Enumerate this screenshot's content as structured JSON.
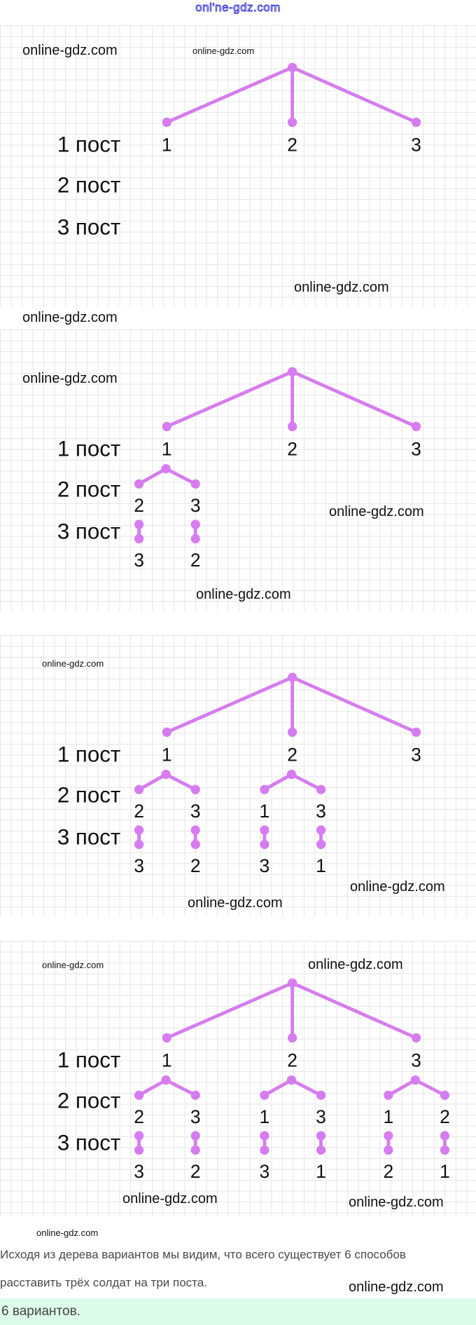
{
  "site_header": "onl'ne-gdz.com",
  "watermark": "online-gdz.com",
  "colors": {
    "tree": "#d67cf0",
    "answer_bg": "#dcfbe9"
  },
  "post_labels": [
    "1 пост",
    "2 пост",
    "3 пост"
  ],
  "panels": [
    {
      "branches": []
    },
    {
      "branches": [
        {
          "first": "1",
          "children": [
            {
              "second": "2",
              "third": "3"
            },
            {
              "second": "3",
              "third": "2"
            }
          ]
        }
      ]
    },
    {
      "branches": [
        {
          "first": "1",
          "children": [
            {
              "second": "2",
              "third": "3"
            },
            {
              "second": "3",
              "third": "2"
            }
          ]
        },
        {
          "first": "2",
          "children": [
            {
              "second": "1",
              "third": "3"
            },
            {
              "second": "3",
              "third": "1"
            }
          ]
        }
      ]
    },
    {
      "branches": [
        {
          "first": "1",
          "children": [
            {
              "second": "2",
              "third": "3"
            },
            {
              "second": "3",
              "third": "2"
            }
          ]
        },
        {
          "first": "2",
          "children": [
            {
              "second": "1",
              "third": "3"
            },
            {
              "second": "3",
              "third": "1"
            }
          ]
        },
        {
          "first": "3",
          "children": [
            {
              "second": "1",
              "third": "2"
            },
            {
              "second": "2",
              "third": "1"
            }
          ]
        }
      ]
    }
  ],
  "first_level": [
    "1",
    "2",
    "3"
  ],
  "conclusion": {
    "line1": "Исходя из дерева вариантов мы видим, что всего существует 6 способов",
    "line2": "расставить трёх солдат на три поста."
  },
  "answer": "6 вариантов."
}
